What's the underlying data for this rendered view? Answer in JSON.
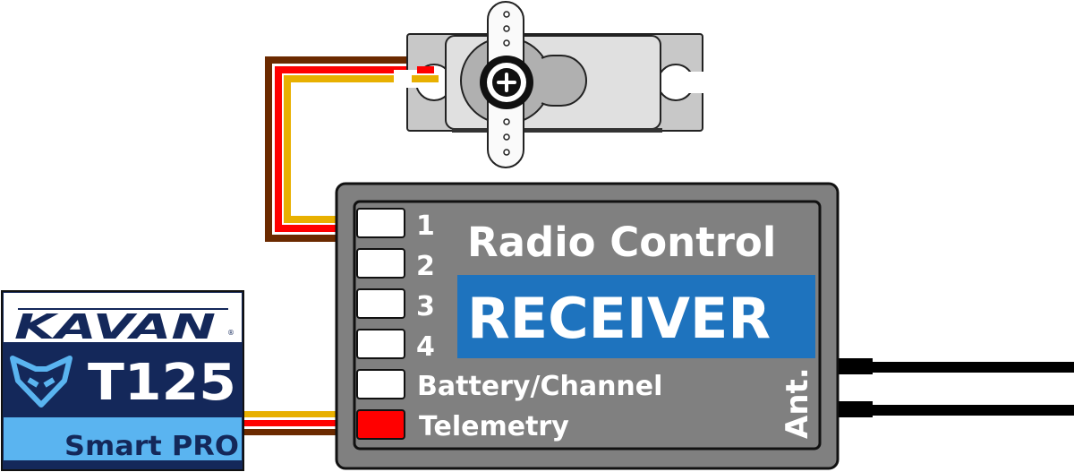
{
  "diagram": {
    "title": "Radio Control",
    "subtitle": "RECEIVER",
    "channels": [
      {
        "label": "1",
        "color": "#ffffff"
      },
      {
        "label": "2",
        "color": "#ffffff"
      },
      {
        "label": "3",
        "color": "#ffffff"
      },
      {
        "label": "4",
        "color": "#ffffff"
      },
      {
        "label": "Battery/Channel",
        "color": "#ffffff"
      },
      {
        "label": "Telemetry",
        "color": "#ff0000"
      }
    ],
    "antenna_label": "Ant.",
    "servo": {
      "name": "servo",
      "connected_channel": "1"
    },
    "sensor": {
      "brand": "KAVAN",
      "model": "T125",
      "variant": "Smart PRO",
      "connected_channel": "Telemetry"
    },
    "wire_colors": {
      "signal": "#e8b000",
      "positive": "#ff0000",
      "negative": "#6b2a00"
    },
    "colors": {
      "receiver_body": "#808080",
      "receiver_title_band": "#1e73be",
      "sensor_navy": "#14285a",
      "sensor_light_blue": "#5ab4f0",
      "servo_body": "#c8c8c8"
    }
  }
}
